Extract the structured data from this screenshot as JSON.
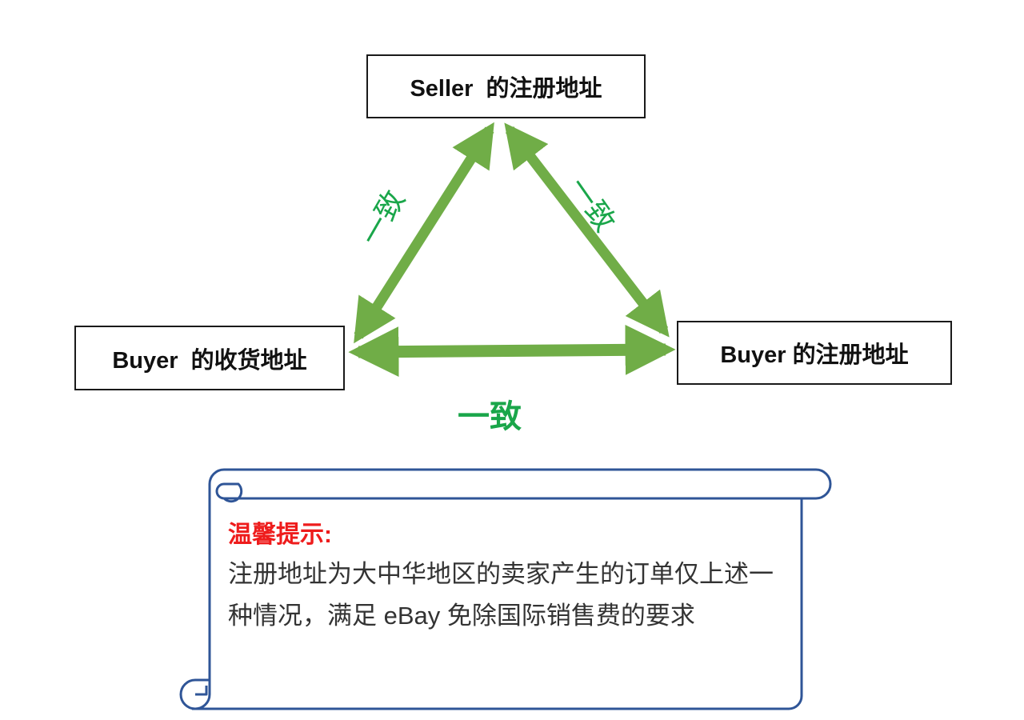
{
  "diagram": {
    "nodes": {
      "seller_registered_address": "Seller  的注册地址",
      "buyer_shipping_address": "Buyer  的收货地址",
      "buyer_registered_address": "Buyer 的注册地址"
    },
    "edges": [
      {
        "from": "buyer_shipping_address",
        "to": "seller_registered_address",
        "label": "一致",
        "bidirectional": true
      },
      {
        "from": "seller_registered_address",
        "to": "buyer_registered_address",
        "label": "一致",
        "bidirectional": true
      },
      {
        "from": "buyer_shipping_address",
        "to": "buyer_registered_address",
        "label": "一致",
        "bidirectional": true
      }
    ],
    "arrow_color": "#70ad47",
    "label_color": "#1aa64a"
  },
  "tip": {
    "title": "温馨提示:",
    "body": "注册地址为大中华地区的卖家产生的订单仅上述一种情况，满足 eBay 免除国际销售费的要求",
    "title_color": "#ee1c1c",
    "border_color": "#2f5597"
  }
}
